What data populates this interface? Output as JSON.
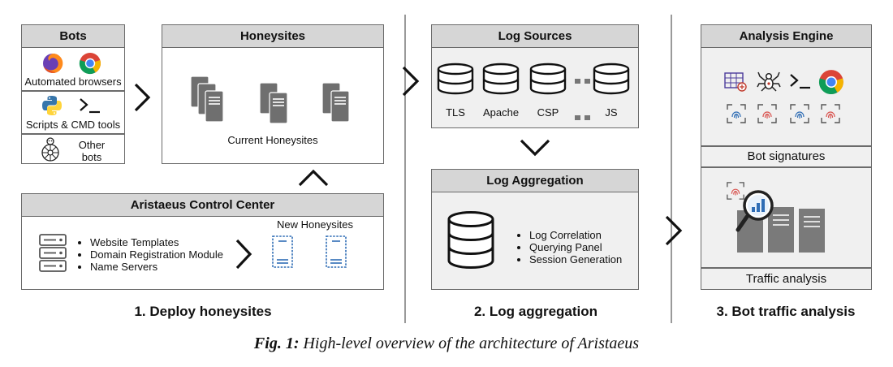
{
  "bots": {
    "title": "Bots",
    "automated": "Automated browsers",
    "scripts": "Scripts & CMD tools",
    "other_line1": "Other",
    "other_line2": "bots"
  },
  "honeysites": {
    "title": "Honeysites",
    "current": "Current Honeysites"
  },
  "control": {
    "title": "Aristaeus Control Center",
    "items": [
      "Website Templates",
      "Domain Registration Module",
      "Name Servers"
    ],
    "new": "New Honeysites"
  },
  "logsources": {
    "title": "Log Sources",
    "labels": [
      "TLS",
      "Apache",
      "CSP",
      "JS"
    ]
  },
  "aggregation": {
    "title": "Log Aggregation",
    "items": [
      "Log Correlation",
      "Querying Panel",
      "Session Generation"
    ]
  },
  "analysis": {
    "title": "Analysis Engine",
    "signatures": "Bot signatures",
    "traffic": "Traffic analysis"
  },
  "sections": {
    "s1": "1. Deploy honeysites",
    "s2": "2. Log aggregation",
    "s3": "3. Bot traffic analysis"
  },
  "caption": {
    "label": "Fig. 1:",
    "text": "High-level overview of the architecture of Aristaeus"
  },
  "colors": {
    "border": "#6b6b6b",
    "header": "#d6d6d6",
    "fingerprint_red": "#d9534f",
    "fingerprint_blue": "#2f6db5",
    "server_gray": "#7a7a7a"
  }
}
